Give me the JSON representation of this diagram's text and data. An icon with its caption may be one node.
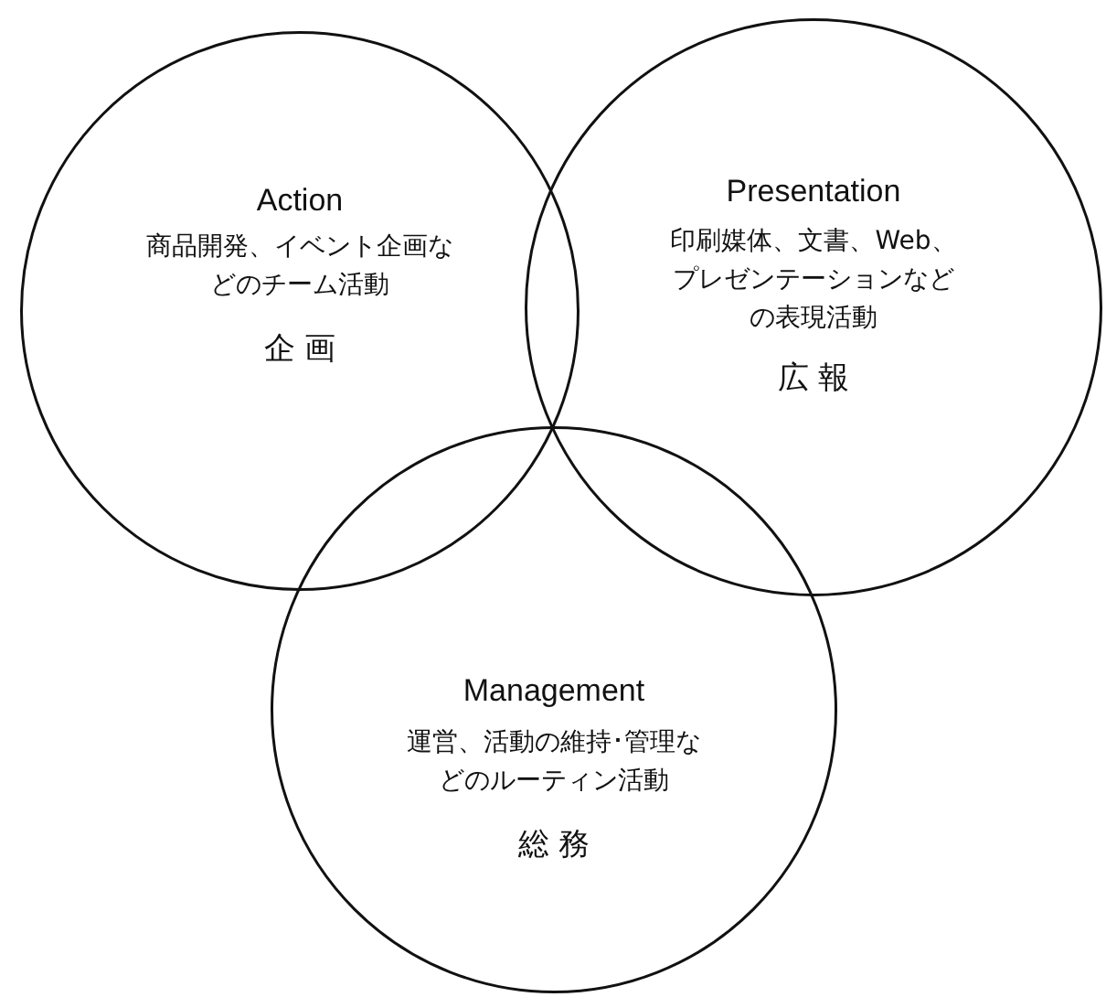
{
  "diagram": {
    "nodes": [
      {
        "text": [
          "Action",
          "商品開発、イベント企画などのチーム活動",
          "企 画"
        ]
      },
      {
        "text": [
          "Presentation",
          "印刷媒体、文書、Web、プレゼンテーションなどの表現活動",
          "広 報"
        ]
      },
      {
        "text": [
          "Management",
          "運営、活動の維持･管理などのルーティン活動",
          "総 務"
        ]
      }
    ]
  }
}
